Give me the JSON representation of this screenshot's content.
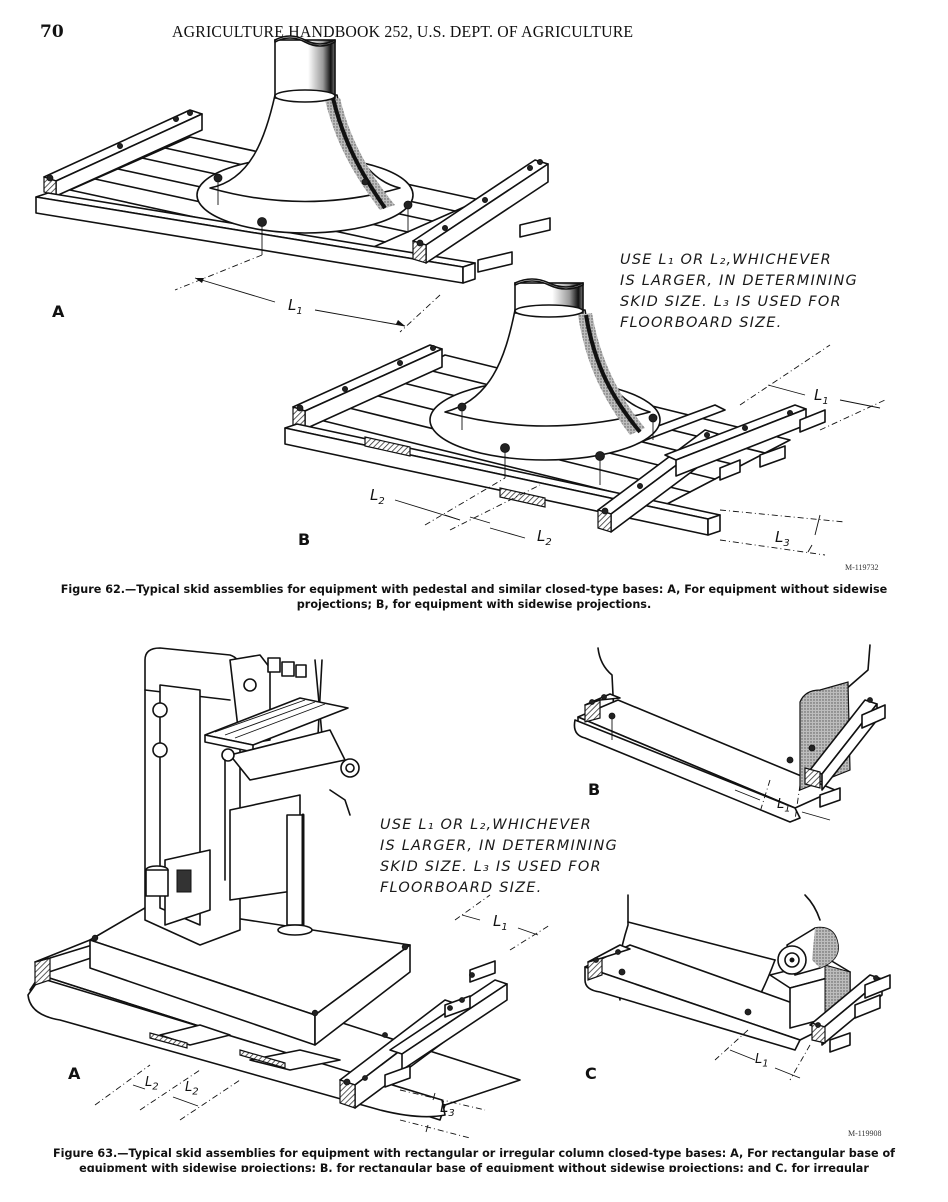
{
  "header": {
    "page_number": "70",
    "running_head": "AGRICULTURE HANDBOOK 252, U.S. DEPT. OF AGRICULTURE"
  },
  "figure62": {
    "panel_a_label": "A",
    "panel_b_label": "B",
    "dim_a_l1": "L",
    "dim_b_l1": "L",
    "dim_b_l2_left": "L",
    "dim_b_l2_right": "L",
    "dim_b_l3": "L",
    "subscripts": {
      "one": "1",
      "two": "2",
      "three": "3"
    },
    "note_lines": [
      "USE L₁ OR L₂,WHICHEVER",
      "IS LARGER, IN DETERMINING",
      "SKID SIZE. L₃ IS USED FOR",
      "FLOORBOARD SIZE."
    ],
    "negative_number": "M-119732",
    "caption_line1": "Figure 62.—Typical skid assemblies for equipment with pedestal and similar closed-type bases: A, For equipment without sidewise",
    "caption_line2": "projections; B, for equipment with sidewise projections."
  },
  "figure63": {
    "panel_a_label": "A",
    "panel_b_label": "B",
    "panel_c_label": "C",
    "note_lines": [
      "USE L₁ OR L₂,WHICHEVER",
      "IS LARGER, IN DETERMINING",
      "SKID SIZE. L₃ IS USED FOR",
      "FLOORBOARD SIZE."
    ],
    "dim_a_l1": "L",
    "dim_a_l2_left": "L",
    "dim_a_l2_right": "L",
    "dim_a_l3": "L",
    "dim_b_l1": "L",
    "dim_c_l1": "L",
    "negative_number": "M-119908",
    "caption_line1": "Figure 63.—Typical skid assemblies for equipment with rectangular or irregular column closed-type bases: A, For rectangular base of",
    "caption_line2_partial": "equipment with sidewise projections; B, for rectangular base of equipment without sidewise projections; and C, for irregular"
  }
}
